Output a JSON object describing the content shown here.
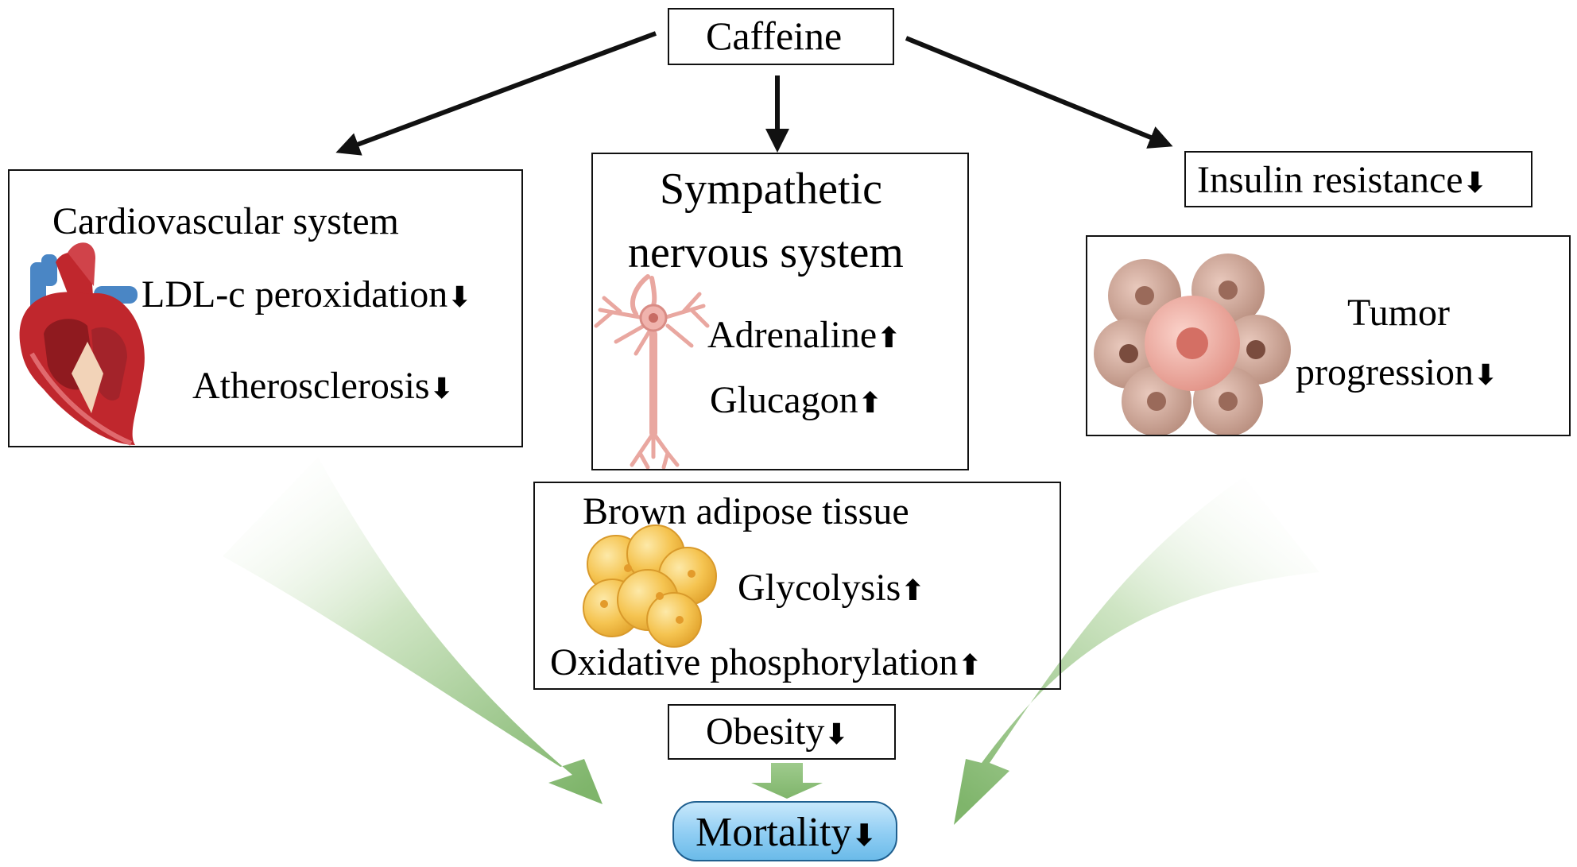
{
  "caffeine": {
    "label": "Caffeine"
  },
  "cardio": {
    "title": "Cardiovascular system",
    "item1": "LDL-c peroxidation",
    "item1_dir": "⬇",
    "item2": "Atherosclerosis",
    "item2_dir": "⬇"
  },
  "sympathetic": {
    "title_line1": "Sympathetic",
    "title_line2": "nervous system",
    "item1": "Adrenaline",
    "item1_dir": "⬆",
    "item2": "Glucagon",
    "item2_dir": "⬆"
  },
  "insulin": {
    "label": "Insulin resistance",
    "dir": "⬇"
  },
  "tumor": {
    "line1": "Tumor",
    "line2": "progression",
    "dir": "⬇"
  },
  "brown": {
    "title": "Brown adipose tissue",
    "item1": "Glycolysis",
    "item1_dir": "⬆",
    "item2": "Oxidative phosphorylation",
    "item2_dir": "⬆"
  },
  "obesity": {
    "label": "Obesity",
    "dir": "⬇"
  },
  "mortality": {
    "label": "Mortality",
    "dir": "⬇"
  },
  "icons": [
    "heart-icon",
    "neuron-icon",
    "fat-cells-icon",
    "tumor-cells-icon"
  ],
  "colors": {
    "outline": "#111111",
    "flow_green": "#8dbf7a",
    "pill_fill": "#8fcdf3",
    "pill_border": "#1f5f8f",
    "heart_red": "#c0272d",
    "vessel_blue": "#4a86c5",
    "fat_yellow": "#f5c451",
    "tumor_pink": "#e8a59a",
    "neuron_pink": "#e9a7a0"
  }
}
